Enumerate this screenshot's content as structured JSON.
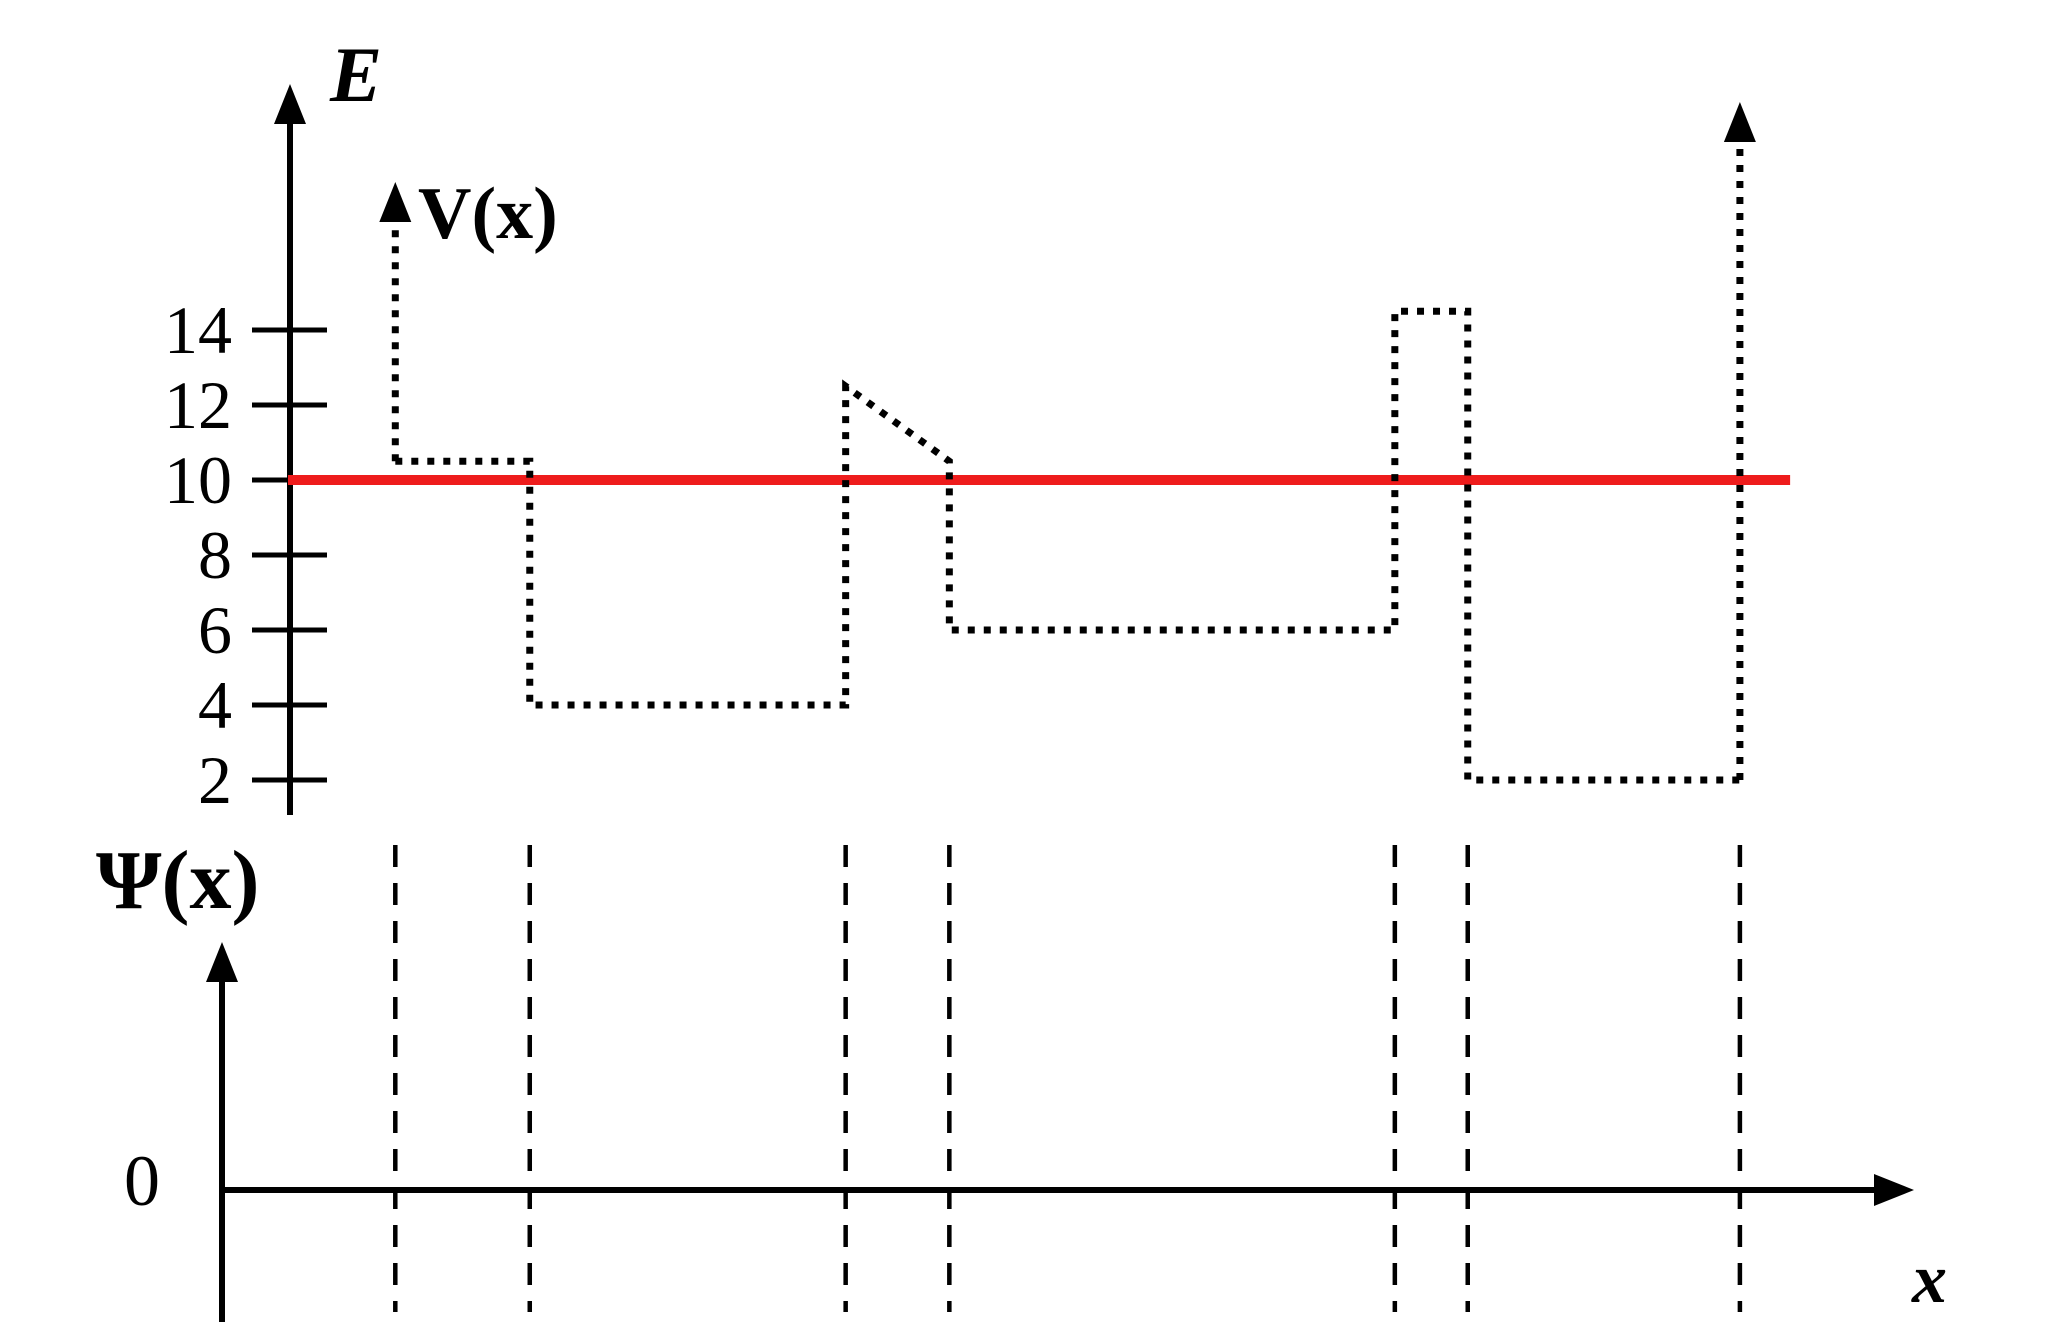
{
  "figure": {
    "upper": {
      "axis_label": "E",
      "potential_label": "V(x)"
    },
    "lower": {
      "axis_label": "Ψ(x)",
      "origin_label": "0",
      "x_label": "x"
    }
  },
  "chart_data": {
    "type": "line",
    "title": "Piecewise-constant potential V(x) with infinite walls at both ends and a constant energy level E, above a Ψ(x) axis",
    "xlabel": "x",
    "ylabel": "E",
    "y_ticks": [
      14,
      12,
      10,
      8,
      6,
      4,
      2
    ],
    "ylim": [
      0,
      16
    ],
    "energy_level": 10,
    "energy_line_color": "#ee1c1c",
    "energy_line_extent": [
      0,
      92.6
    ],
    "x_units_note": "x positions given as percent of plot width",
    "potential_segments": [
      {
        "type": "infinite-wall",
        "x": 6.5
      },
      {
        "type": "flat",
        "x_start": 6.5,
        "x_end": 14.8,
        "V": 10.5
      },
      {
        "type": "flat",
        "x_start": 14.8,
        "x_end": 34.3,
        "V": 4
      },
      {
        "type": "ramp",
        "x_start": 34.3,
        "x_end": 40.7,
        "V_start": 12.5,
        "V_end": 10.5
      },
      {
        "type": "flat",
        "x_start": 40.7,
        "x_end": 68.2,
        "V": 6
      },
      {
        "type": "flat",
        "x_start": 68.2,
        "x_end": 72.7,
        "V": 14.5
      },
      {
        "type": "flat",
        "x_start": 72.7,
        "x_end": 89.5,
        "V": 2
      },
      {
        "type": "infinite-wall",
        "x": 89.5
      }
    ],
    "guide_lines_x": [
      6.5,
      14.8,
      34.3,
      40.7,
      68.2,
      72.7,
      89.5
    ]
  }
}
